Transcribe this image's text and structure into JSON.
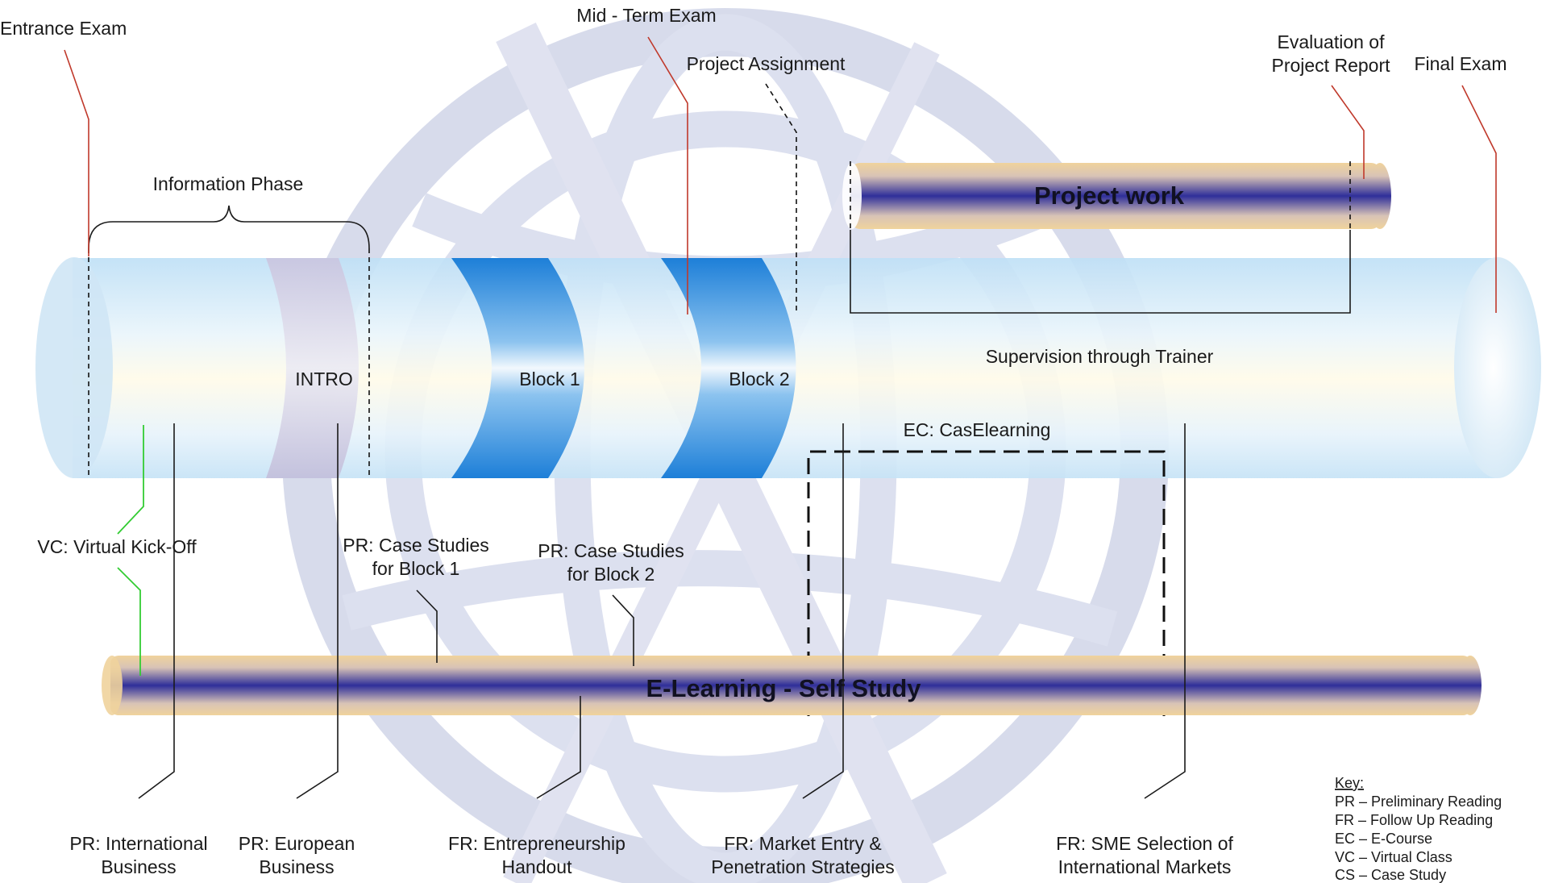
{
  "milestones": {
    "entrance_exam": "Entrance Exam",
    "mid_term_exam": "Mid - Term Exam",
    "project_assignment": "Project Assignment",
    "evaluation_line1": "Evaluation of",
    "evaluation_line2": "Project Report",
    "final_exam": "Final Exam"
  },
  "phases": {
    "information_phase": "Information Phase",
    "intro": "INTRO",
    "block1": "Block 1",
    "block2": "Block 2",
    "project_work": "Project work",
    "supervision": "Supervision through Trainer",
    "ec_caselearning": "EC: CasElearning",
    "elearning": "E-Learning - Self Study"
  },
  "annotations": {
    "vc_kickoff": "VC: Virtual Kick-Off",
    "pr_cs_block1_l1": "PR: Case Studies",
    "pr_cs_block1_l2": "for Block 1",
    "pr_cs_block2_l1": "PR: Case Studies",
    "pr_cs_block2_l2": "for Block 2"
  },
  "bottom_labels": {
    "pr_international_l1": "PR: International",
    "pr_international_l2": "Business",
    "pr_european_l1": "PR: European",
    "pr_european_l2": "Business",
    "fr_entrepreneurship_l1": "FR: Entrepreneurship",
    "fr_entrepreneurship_l2": "Handout",
    "fr_market_entry_l1": "FR: Market Entry &",
    "fr_market_entry_l2": "Penetration Strategies",
    "fr_sme_l1": "FR: SME Selection of",
    "fr_sme_l2": "International Markets"
  },
  "key": {
    "title": "Key:",
    "items": [
      "PR – Preliminary Reading",
      "FR – Follow Up Reading",
      "EC – E-Course",
      "VC – Virtual Class",
      "CS – Case Study"
    ]
  },
  "colors": {
    "timeline_tube": "#cfe6f5",
    "block_blue": "#1c7fd6",
    "bar_purple": "#3a3aa0",
    "bar_tan": "#f3d6a3",
    "milestone_red": "#c0392b",
    "kickoff_green": "#33cc33"
  }
}
